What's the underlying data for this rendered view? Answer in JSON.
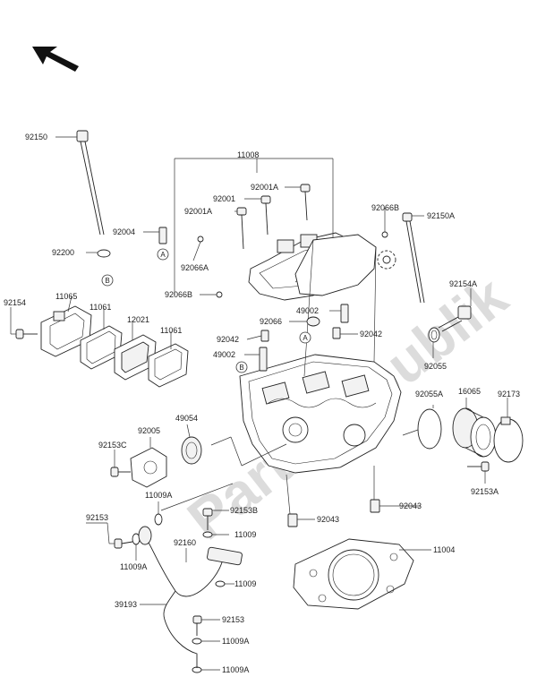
{
  "watermark": "PartsRepublik",
  "markers": {
    "a": "A",
    "b": "B"
  },
  "labels": {
    "l92150": "92150",
    "l11008": "11008",
    "l92001A_top": "92001A",
    "l92001": "92001",
    "l92001A_left": "92001A",
    "l92004": "92004",
    "l92200": "92200",
    "l92066A": "92066A",
    "l92066B_top": "92066B",
    "l92150A": "92150A",
    "l92066B_left": "92066B",
    "l92154A": "92154A",
    "l92154": "92154",
    "l11065": "11065",
    "l11061_a": "11061",
    "l12021": "12021",
    "l11061_b": "11061",
    "l92066": "92066",
    "l49002_a": "49002",
    "l92042_a": "92042",
    "l92042_b": "92042",
    "l49002_b": "49002",
    "l92055": "92055",
    "l92055A": "92055A",
    "l16065": "16065",
    "l92173": "92173",
    "l49054": "49054",
    "l92005": "92005",
    "l92153C": "92153C",
    "l92153A": "92153A",
    "l11009A_a": "11009A",
    "l92153B": "92153B",
    "l11009_a": "11009",
    "l92043_a": "92043",
    "l92043_b": "92043",
    "l11004": "11004",
    "l92153_a": "92153",
    "l11009A_b": "11009A",
    "l92160": "92160",
    "l11009_b": "11009",
    "l39193": "39193",
    "l92153_b": "92153",
    "l11009A_c": "11009A",
    "l11009A_d": "11009A"
  }
}
